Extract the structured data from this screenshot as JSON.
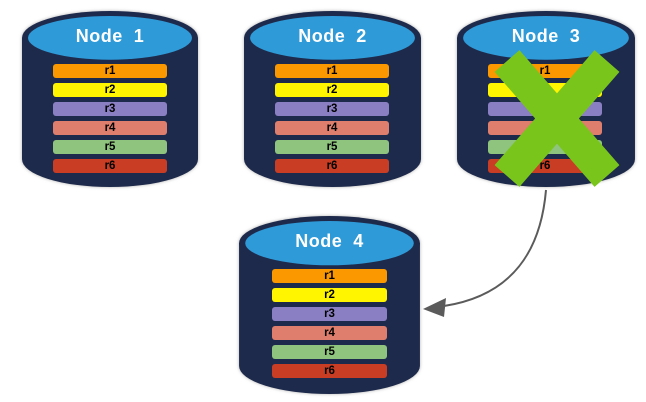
{
  "colors": {
    "background": "#ffffff",
    "cylinder_body": "#1E2A4B",
    "cylinder_top": "#2F9AD8",
    "title_text": "#ffffff",
    "row_text": "#000000",
    "cross": "#7AC51C",
    "arrow": "#5B5B5B"
  },
  "icons": {
    "cross_icon": "x-mark",
    "arrow_icon": "curved-arrow"
  },
  "rows": [
    {
      "label": "r1",
      "color": "#FB9800"
    },
    {
      "label": "r2",
      "color": "#FFF500"
    },
    {
      "label": "r3",
      "color": "#8A7FC3"
    },
    {
      "label": "r4",
      "color": "#DF7E6C"
    },
    {
      "label": "r5",
      "color": "#8EC47D"
    },
    {
      "label": "r6",
      "color": "#C93D24"
    }
  ],
  "nodes": [
    {
      "title": "Node  1",
      "crossed_out": false
    },
    {
      "title": "Node  2",
      "crossed_out": false
    },
    {
      "title": "Node  3",
      "crossed_out": true
    },
    {
      "title": "Node  4",
      "crossed_out": false
    }
  ]
}
